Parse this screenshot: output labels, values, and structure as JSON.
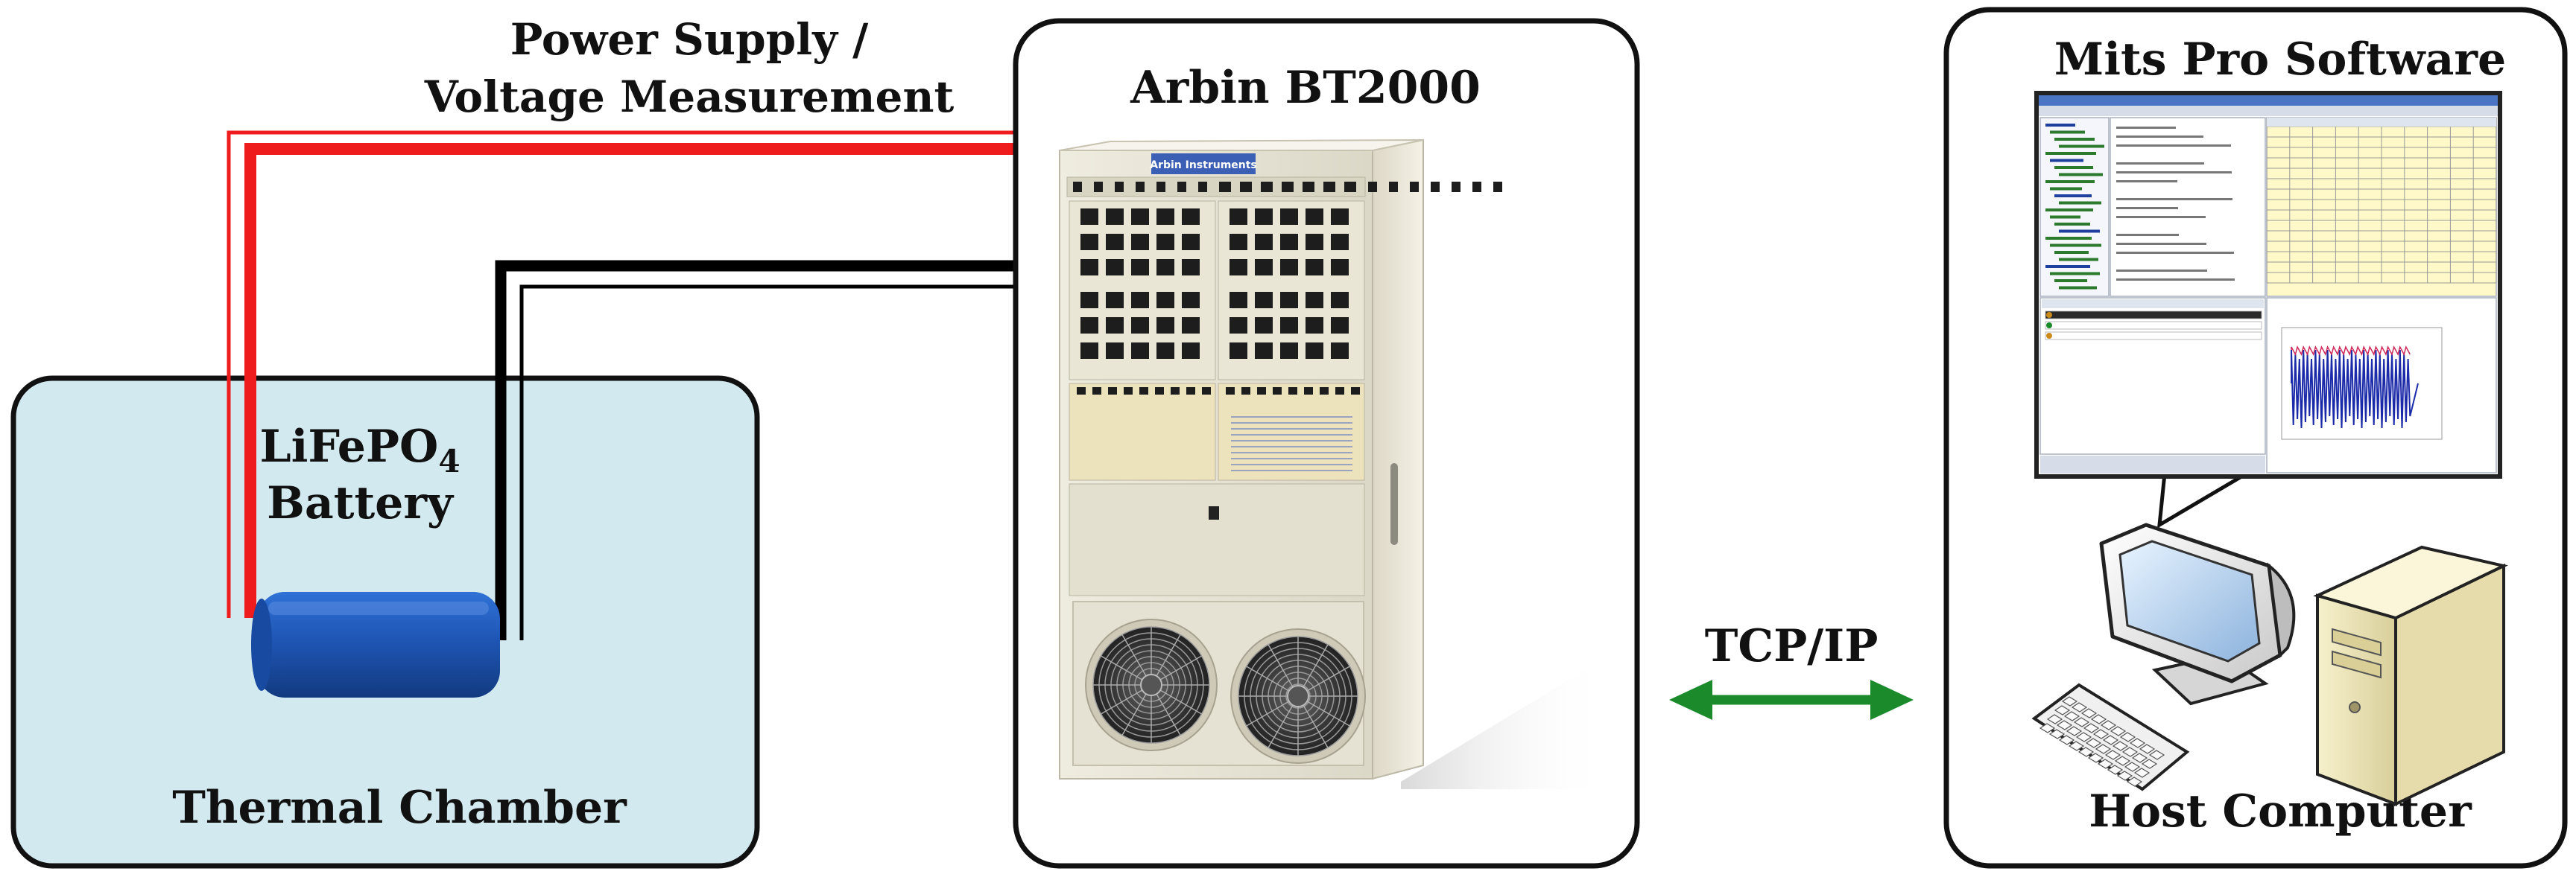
{
  "power_label_line1": "Power Supply /",
  "power_label_line2": "Voltage Measurement",
  "tester_title": "Arbin BT2000",
  "tester_badge": "Arbin Instruments",
  "software_title": "Mits Pro Software",
  "battery_label_main": "LiFePO",
  "battery_label_sub": "4",
  "battery_label_line2": "Battery",
  "chamber_label": "Thermal Chamber",
  "link_label": "TCP/IP",
  "computer_label": "Host Computer",
  "colors": {
    "chamber_fill": "#d2e9f0",
    "battery_blue": "#1f56b5",
    "wire_red": "#ee1c1c",
    "wire_black": "#000000",
    "arrow_green": "#1a8a2a"
  }
}
